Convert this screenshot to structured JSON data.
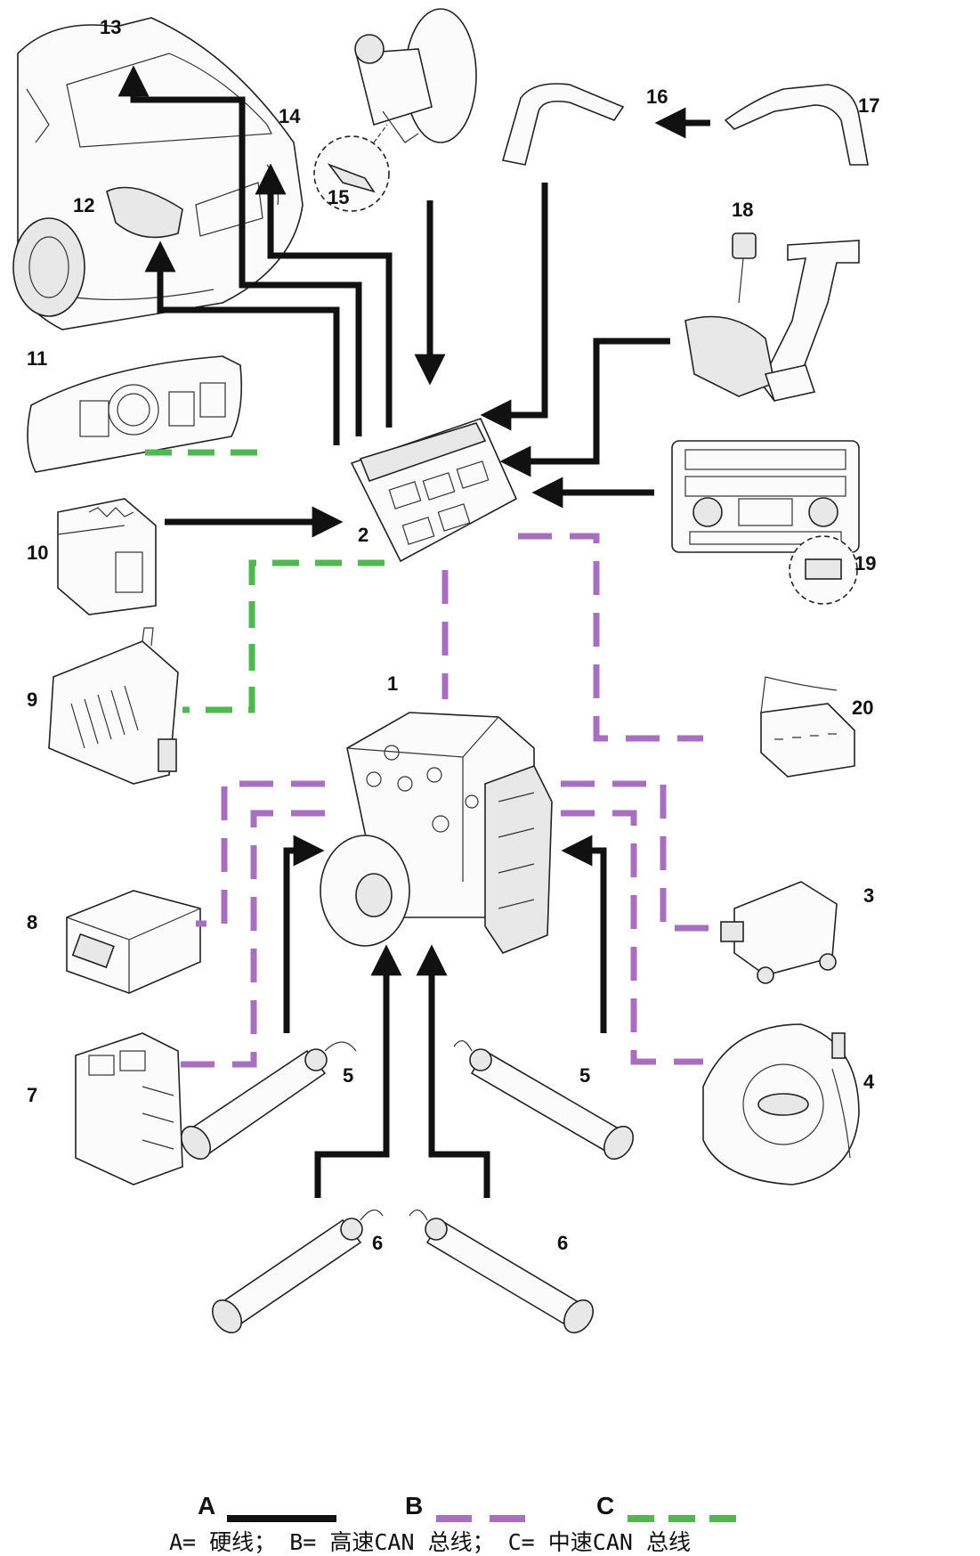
{
  "labels": {
    "n1": "1",
    "n2": "2",
    "n3": "3",
    "n4": "4",
    "n5a": "5",
    "n5b": "5",
    "n6a": "6",
    "n6b": "6",
    "n7": "7",
    "n8": "8",
    "n9": "9",
    "n10": "10",
    "n11": "11",
    "n12": "12",
    "n13": "13",
    "n14": "14",
    "n15": "15",
    "n16": "16",
    "n17": "17",
    "n18": "18",
    "n19": "19",
    "n20": "20"
  },
  "legend": {
    "a_letter": "A",
    "b_letter": "B",
    "c_letter": "C",
    "caption": "A= 硬线； B= 高速CAN 总线； C= 中速CAN 总线"
  },
  "colors": {
    "hardwire": "#111111",
    "high_speed_can": "#a86fc0",
    "medium_speed_can": "#4fb84f"
  }
}
